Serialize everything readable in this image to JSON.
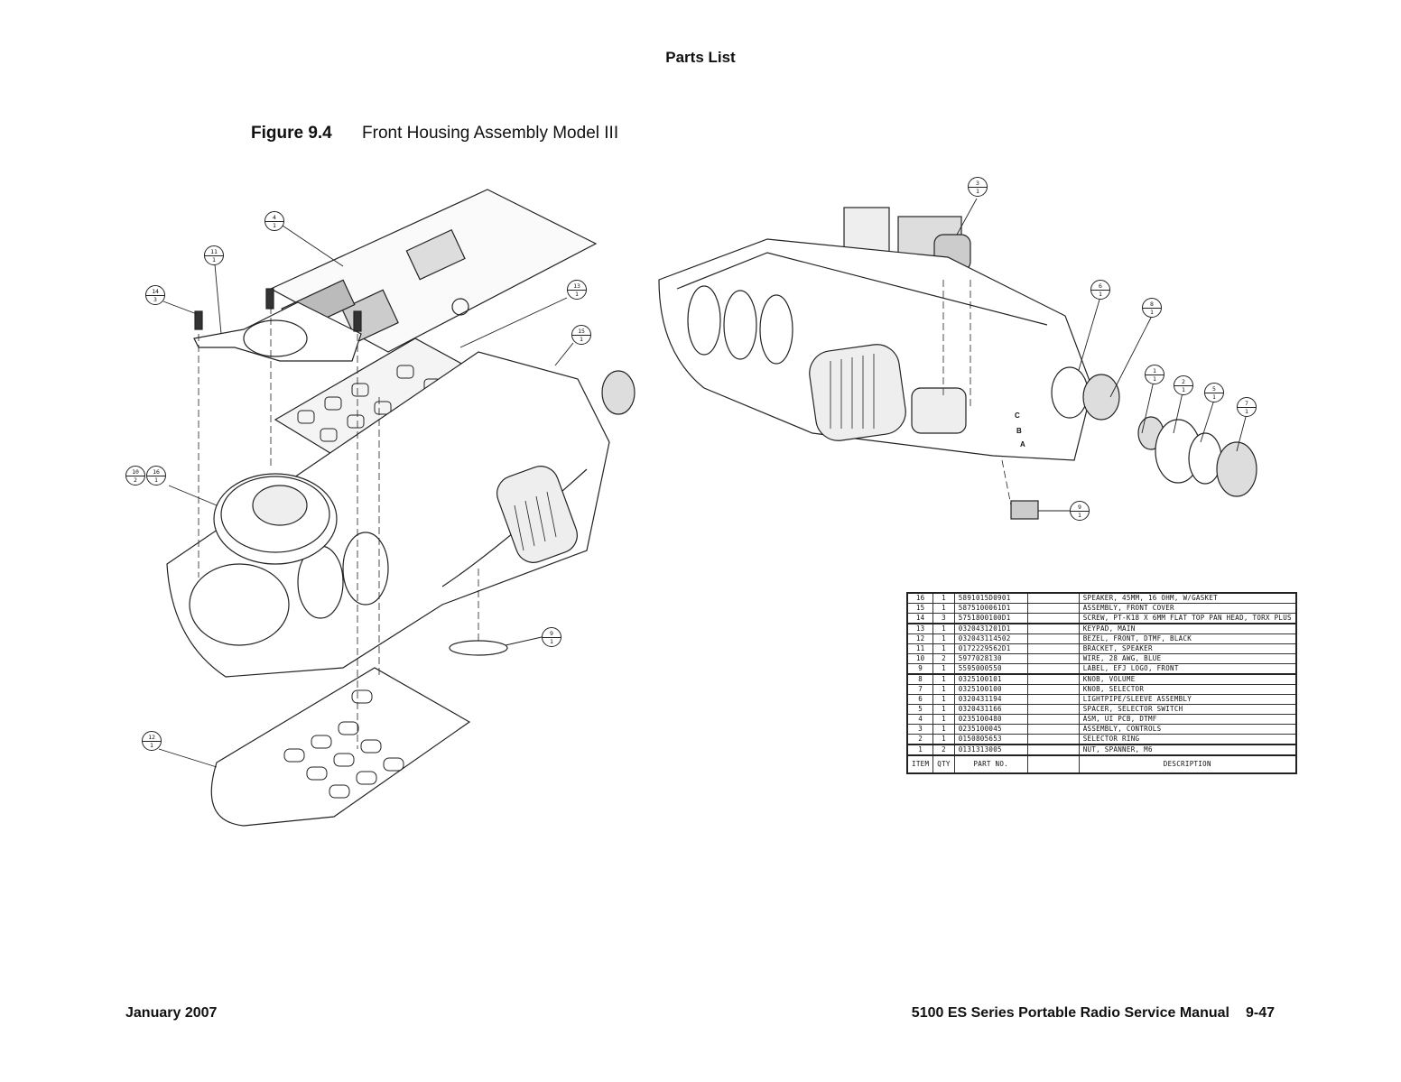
{
  "header": {
    "section": "Parts List"
  },
  "figure": {
    "number": "Figure 9.4",
    "title": "Front Housing Assembly Model III"
  },
  "callouts_left": [
    {
      "item": "4",
      "qty": "1"
    },
    {
      "item": "11",
      "qty": "1"
    },
    {
      "item": "14",
      "qty": "3"
    },
    {
      "item": "13",
      "qty": "1"
    },
    {
      "item": "15",
      "qty": "1"
    },
    {
      "item": "10",
      "qty": "2"
    },
    {
      "item": "16",
      "qty": "1"
    },
    {
      "item": "9",
      "qty": "1"
    },
    {
      "item": "12",
      "qty": "1"
    }
  ],
  "callouts_right": [
    {
      "item": "3",
      "qty": "1"
    },
    {
      "item": "6",
      "qty": "1"
    },
    {
      "item": "8",
      "qty": "1"
    },
    {
      "item": "1",
      "qty": "1"
    },
    {
      "item": "2",
      "qty": "1"
    },
    {
      "item": "5",
      "qty": "1"
    },
    {
      "item": "7",
      "qty": "1"
    },
    {
      "item": "9",
      "qty": "1"
    }
  ],
  "selector_positions": [
    "C",
    "B",
    "A"
  ],
  "parts_table": {
    "headers": {
      "item": "ITEM",
      "qty": "QTY",
      "part": "PART NO.",
      "desc": "DESCRIPTION"
    },
    "rows": [
      {
        "item": "16",
        "qty": "1",
        "part": "5891015D0901",
        "desc": "SPEAKER, 45MM, 16 OHM, W/GASKET"
      },
      {
        "item": "15",
        "qty": "1",
        "part": "5875100061D1",
        "desc": "ASSEMBLY, FRONT COVER"
      },
      {
        "item": "14",
        "qty": "3",
        "part": "5751800100D1",
        "desc": "SCREW, PT-K18 X 6MM  FLAT TOP PAN HEAD, TORX PLUS"
      },
      {
        "item": "13",
        "qty": "1",
        "part": "0320431201D1",
        "desc": "KEYPAD, MAIN"
      },
      {
        "item": "12",
        "qty": "1",
        "part": "032043114502",
        "desc": "BEZEL, FRONT, DTMF, BLACK"
      },
      {
        "item": "11",
        "qty": "1",
        "part": "0172229562D1",
        "desc": "BRACKET, SPEAKER"
      },
      {
        "item": "10",
        "qty": "2",
        "part": "5977028130",
        "desc": "WIRE, 28 AWG, BLUE"
      },
      {
        "item": "9",
        "qty": "1",
        "part": "5595000550",
        "desc": "LABEL, EFJ LOGO, FRONT"
      },
      {
        "item": "8",
        "qty": "1",
        "part": "0325100101",
        "desc": "KNOB, VOLUME"
      },
      {
        "item": "7",
        "qty": "1",
        "part": "0325100100",
        "desc": "KNOB, SELECTOR"
      },
      {
        "item": "6",
        "qty": "1",
        "part": "0320431194",
        "desc": "LIGHTPIPE/SLEEVE ASSEMBLY"
      },
      {
        "item": "5",
        "qty": "1",
        "part": "0320431166",
        "desc": "SPACER, SELECTOR SWITCH"
      },
      {
        "item": "4",
        "qty": "1",
        "part": "0235100480",
        "desc": "ASM, UI PCB, DTMF"
      },
      {
        "item": "3",
        "qty": "1",
        "part": "0235100045",
        "desc": "ASSEMBLY, CONTROLS"
      },
      {
        "item": "2",
        "qty": "1",
        "part": "0150805653",
        "desc": "SELECTOR RING"
      },
      {
        "item": "1",
        "qty": "2",
        "part": "0131313005",
        "desc": "NUT, SPANNER, M6"
      }
    ]
  },
  "footer": {
    "date": "January 2007",
    "manual": "5100 ES Series Portable Radio Service Manual",
    "page": "9-47"
  }
}
